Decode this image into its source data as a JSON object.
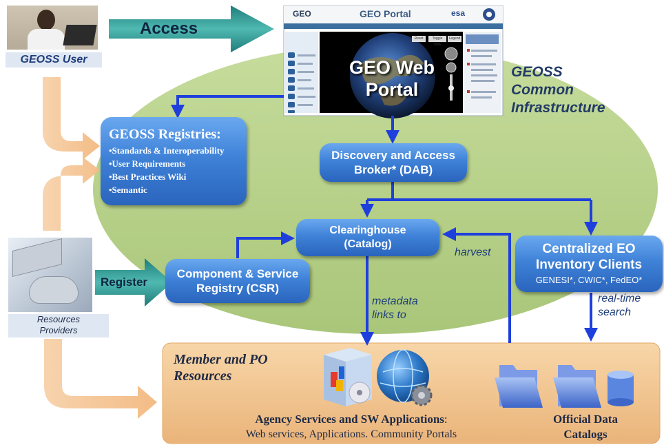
{
  "geoss_user": {
    "label": "GEOSS User"
  },
  "resources_providers": {
    "label_line1": "Resources",
    "label_line2": "Providers"
  },
  "access_arrow": {
    "label": "Access"
  },
  "register_arrow": {
    "label": "Register"
  },
  "ellipse": {
    "title_line1": "GEOSS",
    "title_line2": "Common",
    "title_line3": "Infrastructure",
    "color": "#b7d08a"
  },
  "portal": {
    "geo_label": "GEO",
    "header_title": "GEO Portal",
    "esa_label": "esa",
    "title_line1": "GEO Web",
    "title_line2": "Portal",
    "btn_1": "Reset",
    "btn_2": "Toggle View",
    "btn_3": "Legend"
  },
  "registries": {
    "title": "GEOSS Registries:",
    "items": [
      "•Standards & Interoperability",
      "•User Requirements",
      "•Best Practices Wiki",
      "•Semantic"
    ]
  },
  "dab": {
    "line1": "Discovery and Access",
    "line2": "Broker* (DAB)"
  },
  "clearinghouse": {
    "line1": "Clearinghouse",
    "line2": "(Catalog)"
  },
  "csr": {
    "line1": "Component & Service",
    "line2": "Registry (CSR)"
  },
  "eo_clients": {
    "line1": "Centralized EO",
    "line2": "Inventory Clients",
    "line3": "GENESI*, CWIC*, FedEO*"
  },
  "labels": {
    "harvest": "harvest",
    "metadata_line1": "metadata",
    "metadata_line2": "links to",
    "realtime_line1": "real-time",
    "realtime_line2": "search"
  },
  "resources": {
    "title_line1": "Member and PO",
    "title_line2": "Resources",
    "agency_title": "Agency Services and SW Applications",
    "agency_colon": ":",
    "agency_sub": "Web services, Applications. Community Portals",
    "official_line1": "Official Data",
    "official_line2": "Catalogs"
  },
  "colors": {
    "connector": "#1f3fdc",
    "box_blue": "#3f82d8",
    "resource_bg": "#f2c48a",
    "teal_arrow": "#2f8f8a",
    "peach_arrow": "#f4c497"
  }
}
